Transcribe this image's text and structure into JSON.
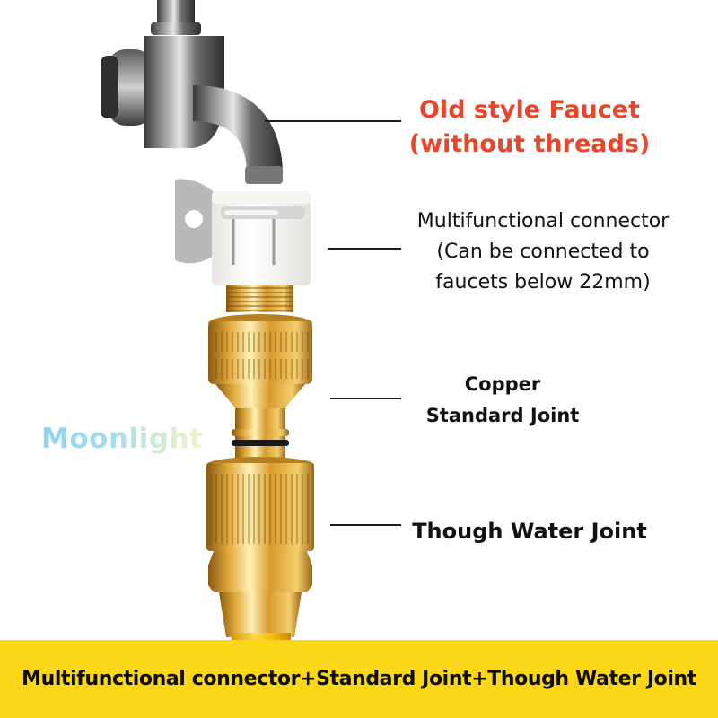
{
  "image": {
    "type": "product-infographic",
    "background": "#ffffff",
    "accent_color": "#e8452a",
    "banner_color": "#fbd718"
  },
  "labels": {
    "faucet": {
      "line1": "Old style Faucet",
      "line2": "(without threads)",
      "color": "#e8452a"
    },
    "connector": {
      "line1": "Multifunctional connector",
      "line2": "(Can be connected to",
      "line3": "faucets below 22mm)"
    },
    "copper_joint": {
      "line1": "Copper",
      "line2": "Standard Joint"
    },
    "water_joint": {
      "line1": "Though Water Joint"
    }
  },
  "watermark": {
    "text": "Moonlight"
  },
  "banner": {
    "text": "Multifunctional connector+Standard Joint+Though Water Joint"
  },
  "parts": [
    {
      "name": "faucet",
      "icon": "faucet-icon"
    },
    {
      "name": "multifunctional-connector",
      "icon": "clamp-connector-icon"
    },
    {
      "name": "copper-standard-joint",
      "icon": "brass-joint-icon"
    },
    {
      "name": "though-water-joint",
      "icon": "brass-hose-fitting-icon"
    },
    {
      "name": "hose",
      "icon": "yellow-hose-icon"
    }
  ]
}
